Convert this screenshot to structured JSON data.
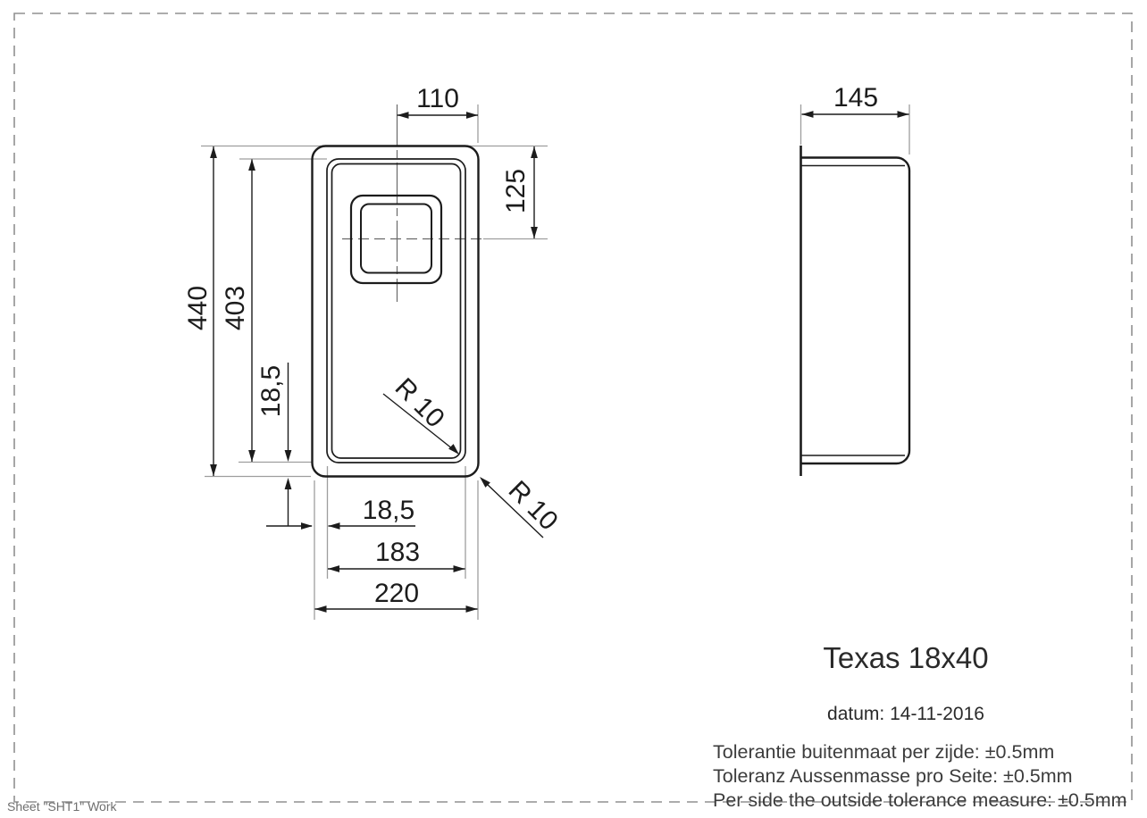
{
  "title_block": {
    "product_name": "Texas 18x40",
    "date_line": "datum: 14-11-2016",
    "tolerance_lines": [
      "Tolerantie buitenmaat per zijde: ±0.5mm",
      "Toleranz Aussenmasse pro Seite: ±0.5mm",
      "Per side the outside tolerance measure: ±0.5mm"
    ]
  },
  "page": {
    "sheet_label": "Sheet \"SHT1\" Work"
  },
  "dimensions": {
    "front_view": {
      "overall_height_mm": "440",
      "bowl_height_mm": "403",
      "bowl_bottom_offset_mm": "18,5",
      "bowl_left_offset_mm": "18,5",
      "bowl_width_mm": "183",
      "overall_width_mm": "220",
      "drain_center_to_right_edge_mm": "110",
      "drain_center_from_top_mm": "125",
      "bowl_corner_radius": "R 10",
      "outer_corner_radius": "R 10"
    },
    "side_view": {
      "depth_mm": "145"
    }
  },
  "colors": {
    "outline": "#1c1c1c",
    "dimension": "#1c1c1c",
    "extension": "#9e9e9e",
    "centerline": "#6a6a6a",
    "border": "#909090"
  }
}
